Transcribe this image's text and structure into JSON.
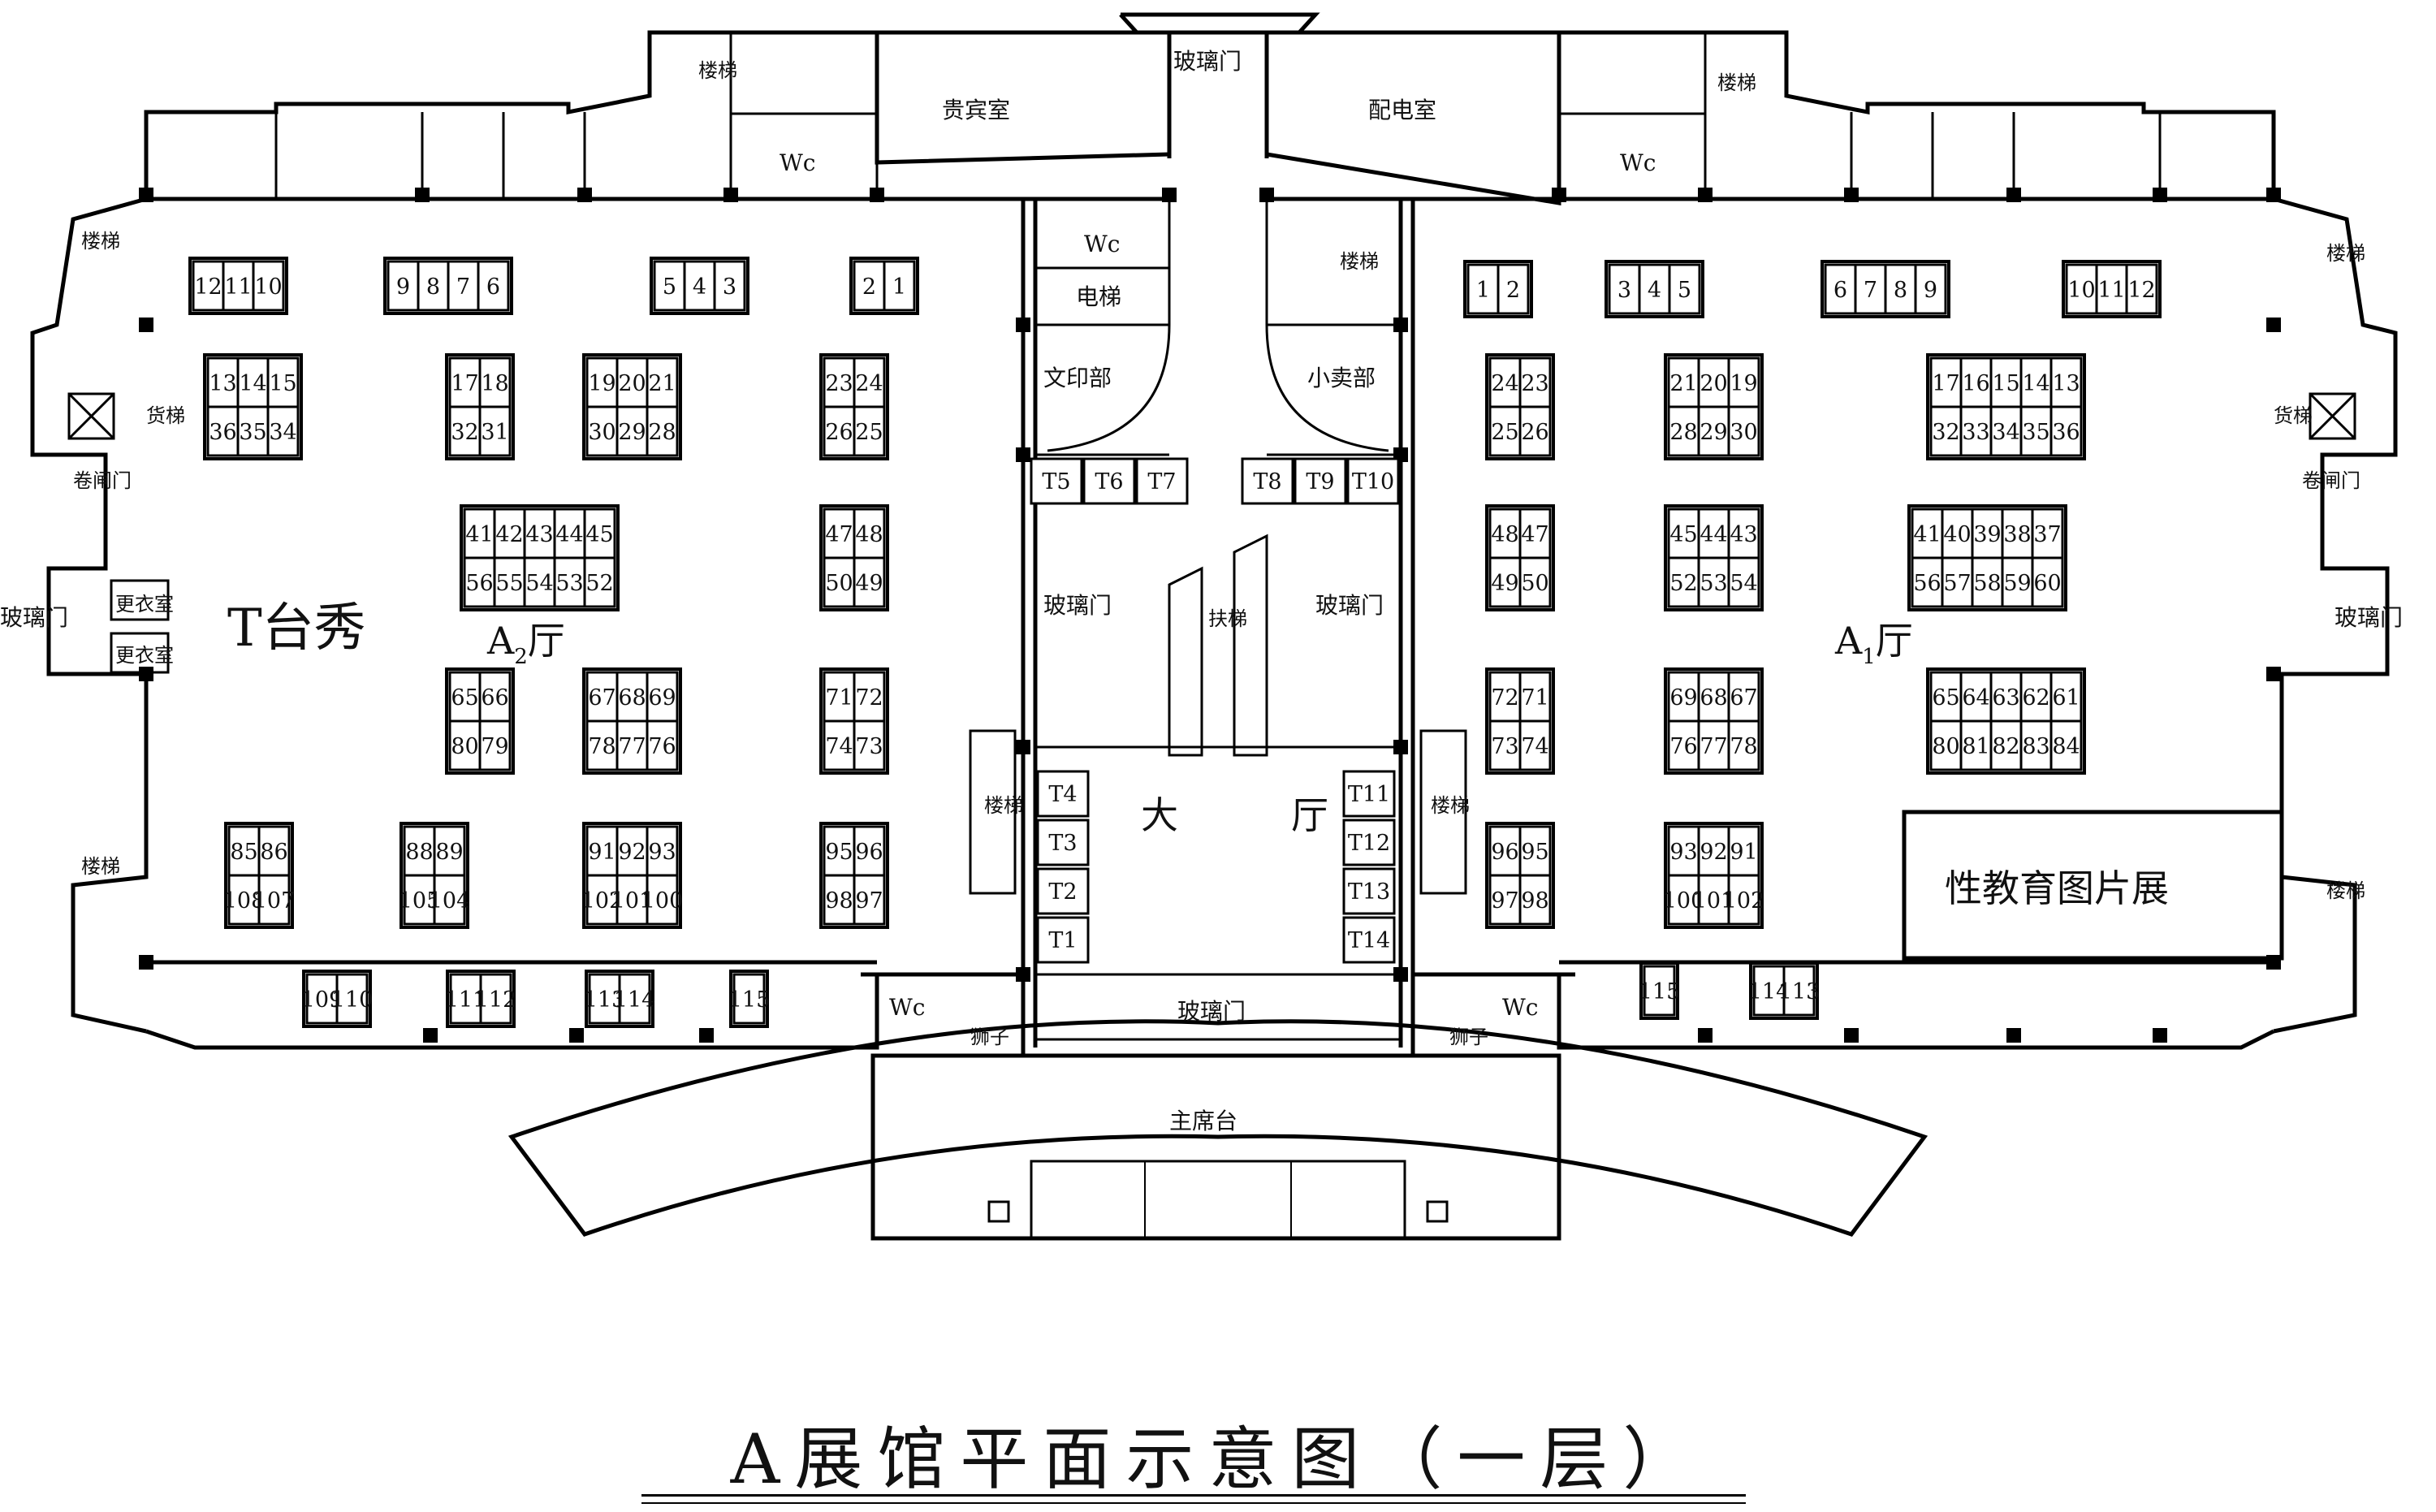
{
  "title": "A展馆平面示意图（一层）",
  "rooms": {
    "vip_room": "贵宾室",
    "power_room": "配电室",
    "wc": "Wc",
    "elevator": "电梯",
    "print_dept": "文印部",
    "shop": "小卖部",
    "glass_door": "玻璃门",
    "escalator": "扶梯",
    "stairs": "楼梯",
    "freight_elevator": "货梯",
    "roller_door": "卷闸门",
    "changing_room": "更衣室",
    "lobby_left": "大",
    "lobby_right": "厅",
    "rostrum": "主席台",
    "lion": "狮子",
    "t_stage": "T台秀",
    "hall_a2": "A",
    "hall_a2_sub": "2",
    "hall_a1": "A",
    "hall_a1_sub": "1",
    "hall_suffix": "厅",
    "sex_edu_exhibit": "性教育图片展"
  },
  "booths_a2": [
    [
      "12",
      "11",
      "10"
    ],
    [
      "9",
      "8",
      "7",
      "6"
    ],
    [
      "5",
      "4",
      "3"
    ],
    [
      "2",
      "1"
    ],
    [
      "13",
      "14",
      "15",
      "36",
      "35",
      "34"
    ],
    [
      "17",
      "18",
      "32",
      "31"
    ],
    [
      "19",
      "20",
      "21",
      "30",
      "29",
      "28"
    ],
    [
      "23",
      "24",
      "26",
      "25"
    ],
    [
      "41",
      "42",
      "43",
      "44",
      "45",
      "56",
      "55",
      "54",
      "53",
      "52"
    ],
    [
      "47",
      "48",
      "50",
      "49"
    ],
    [
      "65",
      "66",
      "80",
      "79"
    ],
    [
      "67",
      "68",
      "69",
      "78",
      "77",
      "76"
    ],
    [
      "71",
      "72",
      "74",
      "73"
    ],
    [
      "85",
      "86",
      "108",
      "107"
    ],
    [
      "88",
      "89",
      "105",
      "104"
    ],
    [
      "91",
      "92",
      "93",
      "102",
      "101",
      "100"
    ],
    [
      "95",
      "96",
      "98",
      "97"
    ],
    [
      "109",
      "110"
    ],
    [
      "111",
      "112"
    ],
    [
      "113",
      "114"
    ],
    [
      "115"
    ]
  ],
  "booths_a1": [
    [
      "1",
      "2"
    ],
    [
      "3",
      "4",
      "5"
    ],
    [
      "6",
      "7",
      "8",
      "9"
    ],
    [
      "10",
      "11",
      "12"
    ],
    [
      "24",
      "23",
      "25",
      "26"
    ],
    [
      "21",
      "20",
      "19",
      "28",
      "29",
      "30"
    ],
    [
      "17",
      "16",
      "15",
      "14",
      "13",
      "32",
      "33",
      "34",
      "35",
      "36"
    ],
    [
      "48",
      "47",
      "49",
      "50"
    ],
    [
      "45",
      "44",
      "43",
      "52",
      "53",
      "54"
    ],
    [
      "41",
      "40",
      "39",
      "38",
      "37",
      "56",
      "57",
      "58",
      "59",
      "60"
    ],
    [
      "72",
      "71",
      "73",
      "74"
    ],
    [
      "69",
      "68",
      "67",
      "76",
      "77",
      "78"
    ],
    [
      "65",
      "64",
      "63",
      "62",
      "61",
      "80",
      "81",
      "82",
      "83",
      "84"
    ],
    [
      "96",
      "95",
      "97",
      "98"
    ],
    [
      "93",
      "92",
      "91",
      "100",
      "101",
      "102"
    ],
    [
      "115"
    ],
    [
      "114",
      "113"
    ]
  ],
  "booths_t": [
    "T1",
    "T2",
    "T3",
    "T4",
    "T5",
    "T6",
    "T7",
    "T8",
    "T9",
    "T10",
    "T11",
    "T12",
    "T13",
    "T14"
  ]
}
